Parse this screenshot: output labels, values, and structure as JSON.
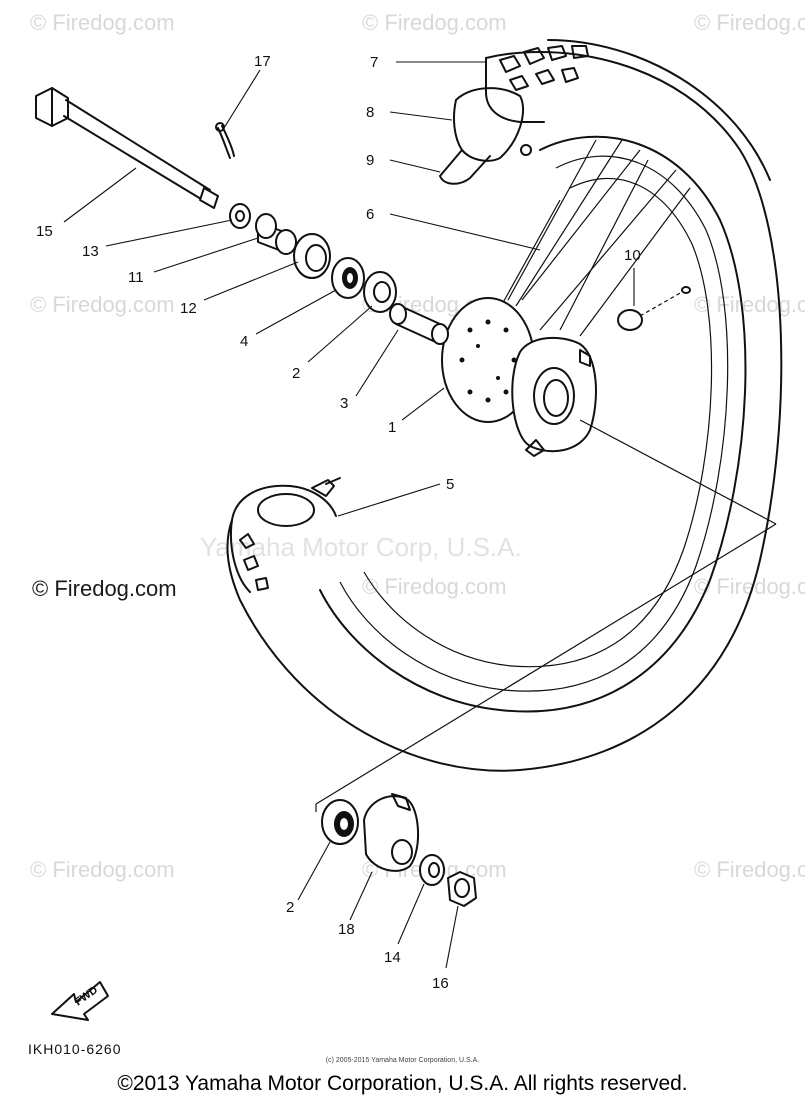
{
  "watermark": {
    "site": "© Firedog.com",
    "overlay": "Yamaha Motor Corp, U.S.A."
  },
  "diagram": {
    "drawing_code": "IKH010-6260",
    "fwd_label": "FWD",
    "callouts": [
      {
        "id": "17",
        "text": "17"
      },
      {
        "id": "7",
        "text": "7"
      },
      {
        "id": "8",
        "text": "8"
      },
      {
        "id": "9",
        "text": "9"
      },
      {
        "id": "6",
        "text": "6"
      },
      {
        "id": "15",
        "text": "15"
      },
      {
        "id": "13",
        "text": "13"
      },
      {
        "id": "11",
        "text": "11"
      },
      {
        "id": "12",
        "text": "12"
      },
      {
        "id": "4",
        "text": "4"
      },
      {
        "id": "2a",
        "text": "2"
      },
      {
        "id": "3",
        "text": "3"
      },
      {
        "id": "1",
        "text": "1"
      },
      {
        "id": "10",
        "text": "10"
      },
      {
        "id": "5",
        "text": "5"
      },
      {
        "id": "2b",
        "text": "2"
      },
      {
        "id": "18",
        "text": "18"
      },
      {
        "id": "14",
        "text": "14"
      },
      {
        "id": "16",
        "text": "16"
      }
    ]
  },
  "copyright": {
    "small": "(c) 2005-2015 Yamaha Motor Corporation, U.S.A.",
    "main": "©2013 Yamaha Motor Corporation, U.S.A. All rights reserved."
  }
}
